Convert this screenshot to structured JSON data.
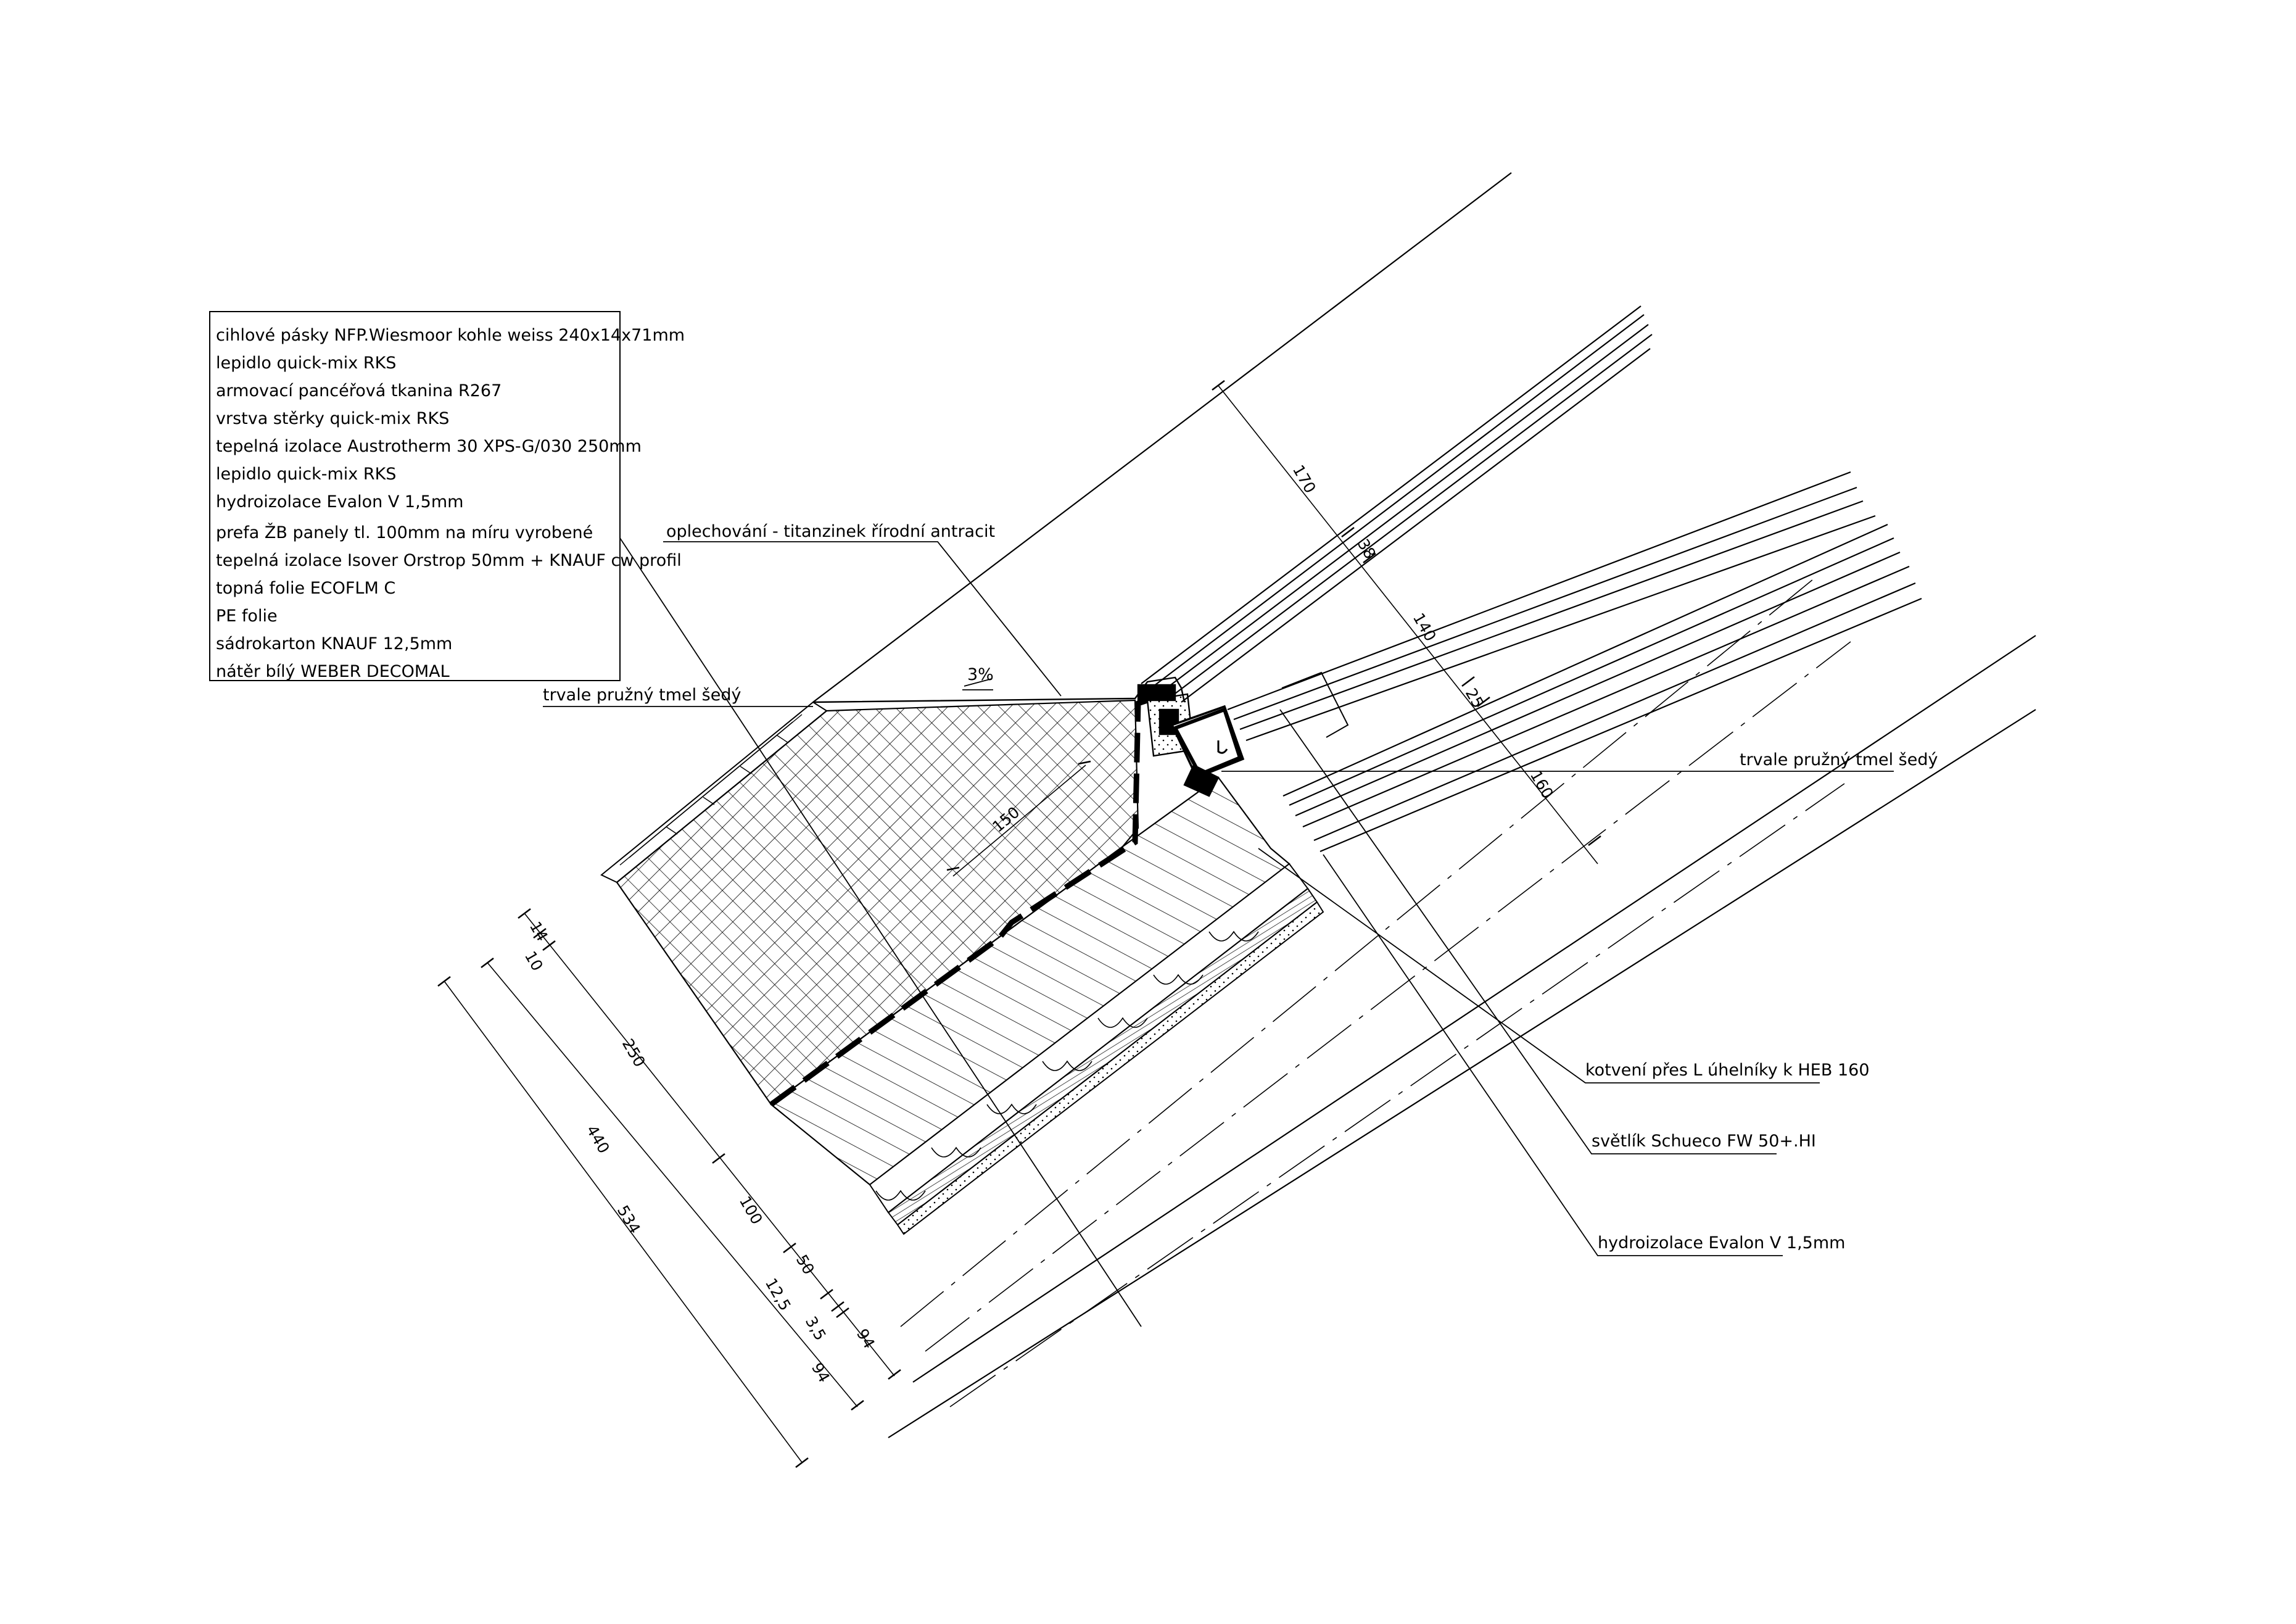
{
  "layers_legend": [
    "cihlové pásky NFP.Wiesmoor kohle weiss 240x14x71mm",
    "lepidlo quick-mix RKS",
    "armovací pancéřová tkanina R267",
    "vrstva stěrky quick-mix RKS",
    "tepelná izolace Austrotherm 30 XPS-G/030 250mm",
    "lepidlo quick-mix RKS",
    "hydroizolace Evalon V 1,5mm",
    "prefa ŽB panely tl. 100mm na míru vyrobené",
    "tepelná izolace Isover Orstrop 50mm + KNAUF cw profil",
    "topná folie ECOFLM C",
    "PE folie",
    "sádrokarton KNAUF 12,5mm",
    "nátěr bílý WEBER DECOMAL"
  ],
  "callouts": {
    "flashing": "oplechování - titanzinek řírodní antracit",
    "sealant_left": "trvale pružný tmel šedý",
    "sealant_right": "trvale pružný tmel šedý",
    "anchoring": "kotvení přes L úhelníky k HEB 160",
    "skylight": "světlík Schueco FW 50+.HI",
    "waterproofing": "hydroizolace Evalon V 1,5mm"
  },
  "slope": "3%",
  "dimensions": {
    "top": [
      "170",
      "38",
      "140",
      "25",
      "160"
    ],
    "inner": "150",
    "left_chain": [
      "14",
      "10",
      "250",
      "100",
      "50",
      "12,5",
      "3,5",
      "94"
    ],
    "left_totals": [
      "440",
      "534",
      "94"
    ]
  }
}
